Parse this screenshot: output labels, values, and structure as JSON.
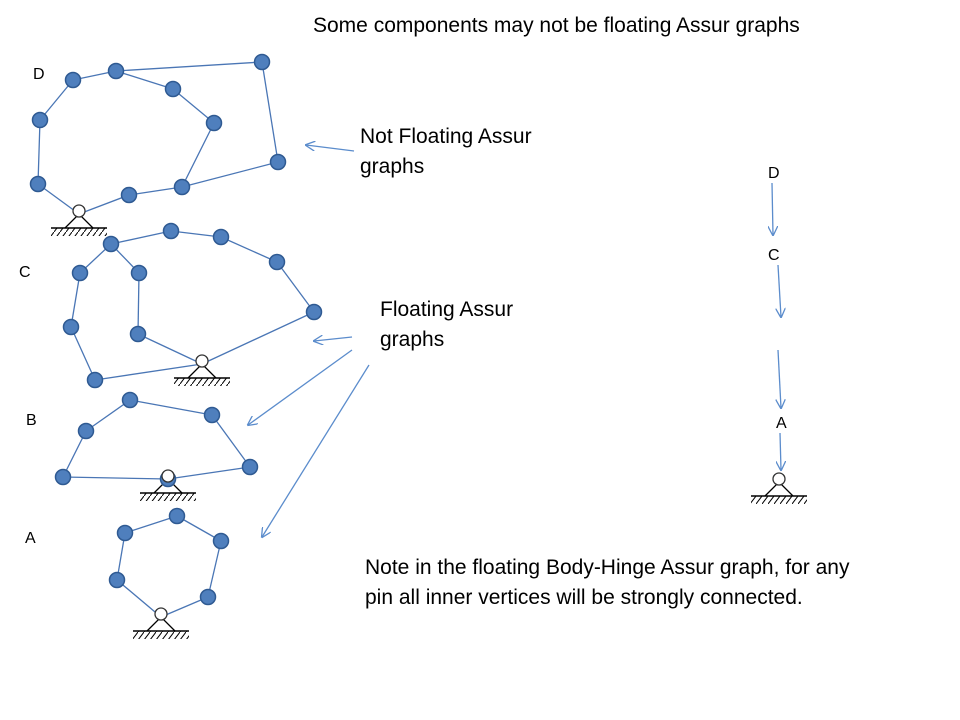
{
  "title": "Some components may not be floating Assur graphs",
  "annotations": {
    "not_floating": [
      "Not Floating Assur",
      "graphs"
    ],
    "floating": [
      "Floating Assur",
      "graphs"
    ]
  },
  "note": [
    "Note in the floating Body-Hinge Assur graph, for any",
    "pin all inner vertices will be strongly connected."
  ],
  "component_labels": {
    "D": "D",
    "C": "C",
    "B": "B",
    "A": "A"
  },
  "chain_labels": {
    "D": "D",
    "C": "C",
    "A": "A"
  },
  "colors": {
    "node_fill": "#4f7fbd",
    "node_stroke": "#2f5a92",
    "arrow": "#5b8ccc",
    "edge": "#4a76b5"
  }
}
